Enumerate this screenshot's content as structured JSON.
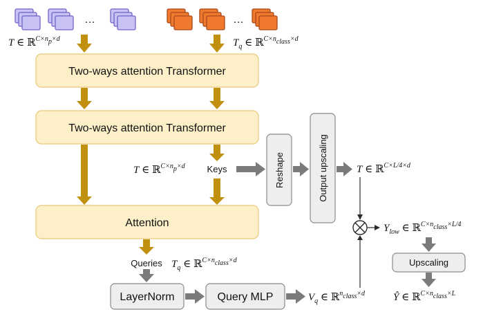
{
  "blocks": {
    "transformer_1": "Two-ways attention Transformer",
    "transformer_2": "Two-ways attention Transformer",
    "attention": "Attention",
    "reshape": "Reshape",
    "output_upscaling": "Output upscaling",
    "layernorm": "LayerNorm",
    "query_mlp": "Query MLP",
    "upscaling": "Upscaling"
  },
  "labels": {
    "keys": "Keys",
    "queries": "Queries",
    "ellipsis_left": "…",
    "ellipsis_right": "…"
  },
  "math": {
    "t_patch_top": {
      "base": "T ∈ ℝ",
      "sup": "C×n_p×d"
    },
    "t_q_top": {
      "base": "T_q ∈ ℝ",
      "sup": "C×n_class×d"
    },
    "t_patch_mid": {
      "base": "T ∈ ℝ",
      "sup": "C×n_p×d"
    },
    "t_upscaled": {
      "base": "T ∈ ℝ",
      "sup": "C×L/4×d"
    },
    "y_low": {
      "base": "Y_low ∈ ℝ",
      "sup": "C×n_class×L/4"
    },
    "t_q_queries": {
      "base": "T_q ∈ ℝ",
      "sup": "C×n_class×d"
    },
    "v_q": {
      "base": "V_q ∈ ℝ",
      "sup": "n_class×d"
    },
    "y_hat": {
      "base": "Ŷ ∈ ℝ",
      "sup": "C×n_class×L"
    }
  },
  "colors": {
    "patch_tokens": "#c9c3f5",
    "class_tokens": "#ef7a2e",
    "transformer_fill": "#fdf0c8",
    "gray_box_fill": "#eeeeee",
    "gold_arrow": "#c2900f",
    "gray_arrow": "#7b7b7b"
  },
  "icons": {
    "multiply_node": "circle-times-icon"
  }
}
